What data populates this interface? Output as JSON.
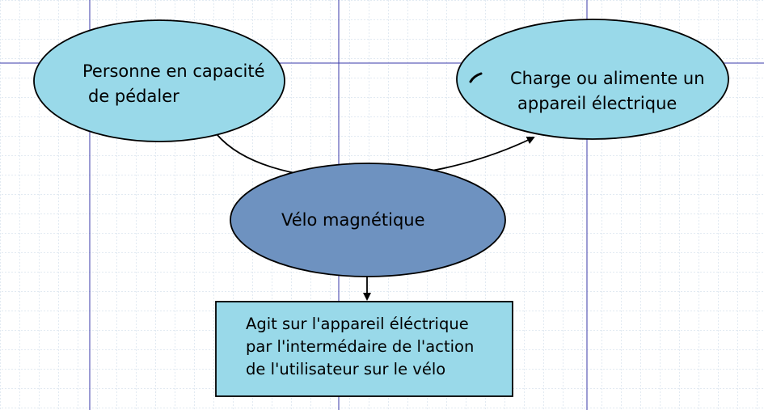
{
  "diagram": {
    "nodes": {
      "person": {
        "lines": [
          "Personne en capacité",
          "de pédaler"
        ]
      },
      "device": {
        "lines": [
          "Charge ou alimente un",
          "appareil électrique"
        ]
      },
      "bike": {
        "lines": [
          "Vélo magnétique"
        ]
      },
      "action": {
        "lines": [
          "Agit sur l'appareil éléctrique",
          "par l'intermédaire de l'action",
          "de l'utilisateur sur le vélo"
        ]
      }
    },
    "colors": {
      "light_ellipse_fill": "#99d9e9",
      "bike_ellipse_fill": "#6e92c0",
      "box_fill": "#99d9e9",
      "grid_minor": "#c4d4e4",
      "grid_major": "#3a3aa8"
    }
  }
}
